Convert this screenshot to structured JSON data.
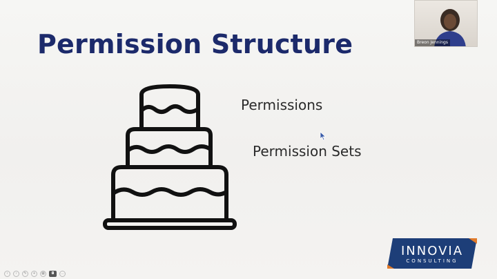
{
  "slide": {
    "title": "Permission Structure",
    "labels": {
      "permissions": "Permissions",
      "permission_sets": "Permission Sets"
    },
    "illustration": {
      "icon": "layered-cake-icon",
      "stroke_color": "#111111"
    }
  },
  "video": {
    "participant_name": "Breon Jennings"
  },
  "logo": {
    "name": "INNOVIA",
    "tagline": "CONSULTING",
    "background": "#1d3e78",
    "accent": "#e07a2a"
  },
  "toolbar": {
    "buttons": [
      {
        "icon": "arrow-left-icon",
        "glyph": "‹"
      },
      {
        "icon": "arrow-right-icon",
        "glyph": "›"
      },
      {
        "icon": "pen-icon",
        "glyph": "✎"
      },
      {
        "icon": "zoom-icon",
        "glyph": "+"
      },
      {
        "icon": "grid-icon",
        "glyph": "▦"
      },
      {
        "icon": "camera-icon",
        "glyph": "◘"
      },
      {
        "icon": "more-icon",
        "glyph": "…"
      }
    ]
  },
  "colors": {
    "title": "#1c2a6b",
    "body_text": "#2a2a2a",
    "background": "#f3f3f1"
  }
}
